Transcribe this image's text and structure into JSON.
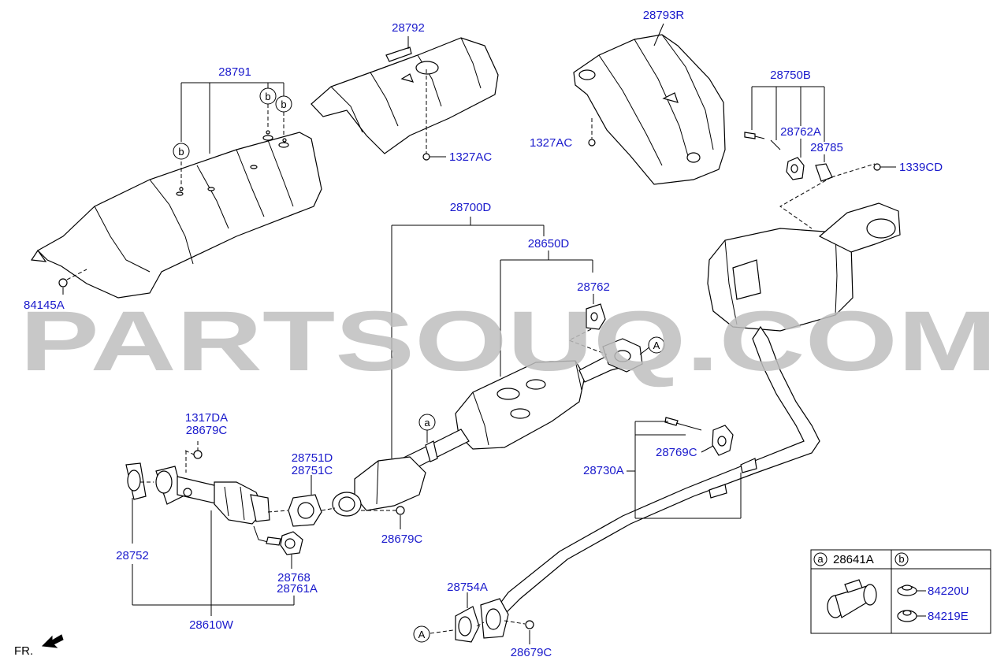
{
  "watermark": "PARTSOUQ.COM",
  "direction": "FR.",
  "callout_a": "a",
  "callout_b": "b",
  "callout_A": "A",
  "labels": {
    "p28791": "28791",
    "p28792": "28792",
    "p28793R": "28793R",
    "p28750B": "28750B",
    "p28762A": "28762A",
    "p28785": "28785",
    "p1339CD": "1339CD",
    "p1327AC_left": "1327AC",
    "p1327AC_right": "1327AC",
    "p84145A": "84145A",
    "p28700D": "28700D",
    "p28650D": "28650D",
    "p28762": "28762",
    "p1317DA": "1317DA",
    "p28679C_top": "28679C",
    "p28751D": "28751D",
    "p28751C": "28751C",
    "p28679C_mid": "28679C",
    "p28752": "28752",
    "p28768": "28768",
    "p28761A": "28761A",
    "p28610W": "28610W",
    "p28730A": "28730A",
    "p28769C": "28769C",
    "p28754A": "28754A",
    "p28679C_bottom": "28679C"
  },
  "legend": {
    "a_part": "28641A",
    "b_part_1": "84220U",
    "b_part_2": "84219E"
  }
}
